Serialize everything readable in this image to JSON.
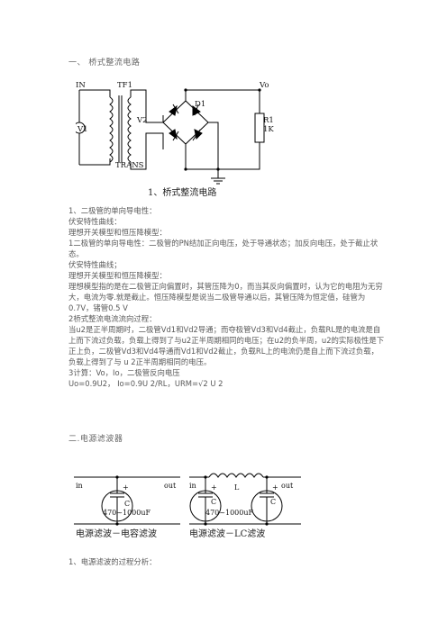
{
  "section1": {
    "heading": "一、 桥式整流电路",
    "figure": {
      "labels": {
        "in": "IN",
        "tf": "TF1",
        "vo": "Vo",
        "v1": "V1",
        "v2": "V2",
        "d1": "D1",
        "r1": "R1",
        "r1_val": "1K",
        "trans": "TRANS"
      },
      "caption": "1、桥式整流电路"
    },
    "paragraphs": [
      "1、二极管的单向导电性：",
      "伏安特性曲线：",
      "理想开关模型和恒压降模型：",
      "1二极管的单向导电性：二极管的PN结加正向电压，处于导通状态；加反向电压，处于截止状态。",
      "伏安特性曲线；",
      "理想开关模型和恒压降模型：",
      "理想模型指的是在二极管正向偏置时，其管压降为0，而当其反向偏置时，认为它的电阻为无穷大，电流为零.就是截止。恒压降模型是说当二极管导通以后，其管压降为恒定值，硅管为0.7V，锗管0.5 V",
      "2桥式整流电流流向过程：",
      "当u2是正半周期时，二极管Vd1和Vd2导通；而夺极管Vd3和Vd4截止，负载RL是的电流是自上而下流过负载，负载上得到了与u2正半周期相同的电压；在u2的负半周，u2的实际极性是下正上负，二极管Vd3和Vd4导通而Vd1和Vd2截止，负载RL上的电流仍是自上而下流过负载，负载上得到了与 u 2正半周期相同的电压。",
      "3计算：Vo，Io，二极管反向电压",
      "Uo=0.9U2， Io=0.9U 2/RL，URM=√2 U 2"
    ]
  },
  "section2": {
    "heading": "二.电源滤波器",
    "figure": {
      "left": {
        "in": "in",
        "out": "out",
        "c": "C",
        "plus": "+",
        "cap_val": "470~1000uF",
        "caption": "电源滤波－电容滤波"
      },
      "right": {
        "in": "in",
        "out": "out",
        "l": "L",
        "c1": "C",
        "c2": "C",
        "plus1": "+",
        "plus2": "+",
        "cap_val": "470~1000uF",
        "caption": "电源滤波－LC滤波"
      }
    },
    "paragraphs": [
      "1、电源滤波的过程分析："
    ]
  }
}
